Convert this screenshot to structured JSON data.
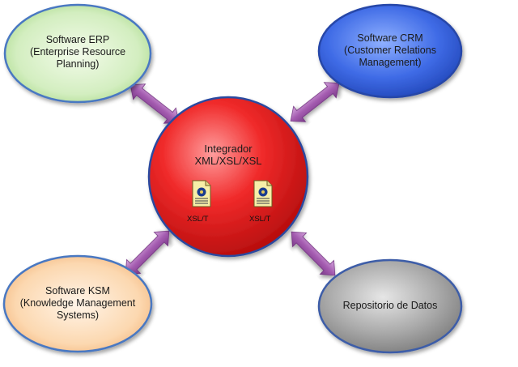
{
  "nodes": {
    "erp": {
      "lines": [
        "Software ERP",
        "(Enterprise Resource",
        "Planning)"
      ],
      "color": "#d6f0c0"
    },
    "crm": {
      "lines": [
        "Software CRM",
        "(Customer Relations",
        "Management)"
      ],
      "color": "#3a66e0"
    },
    "ksm": {
      "lines": [
        "Software KSM",
        "(Knowledge Management",
        "Systems)"
      ],
      "color": "#fbd3a8"
    },
    "repo": {
      "lines": [
        "Repositorio de Datos"
      ],
      "color": "#a8a8a8"
    }
  },
  "center": {
    "lines": [
      "Integrador",
      "XML/XSL/XSL"
    ],
    "color": "#e61e1e",
    "docs": [
      {
        "label": "XSL/T",
        "icon": "xsl-document-icon"
      },
      {
        "label": "XSL/T",
        "icon": "xsl-document-icon"
      }
    ]
  },
  "arrow_color": "#a45cb0"
}
